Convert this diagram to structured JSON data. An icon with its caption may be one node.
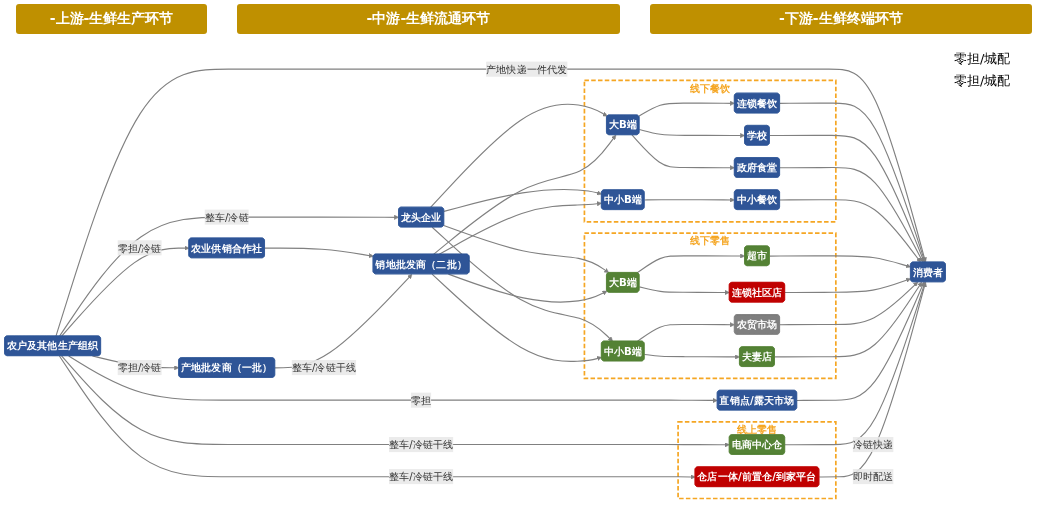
{
  "diagram": {
    "nodes": [
      {
        "text": [
          "-上游-生鲜生产环节"
        ]
      },
      {
        "text": [
          "-中游-生鲜流通环节"
        ]
      },
      {
        "text": [
          "-下游-生鲜终端环节"
        ]
      },
      {
        "text": [
          "农户及其他生产组织"
        ]
      },
      {
        "text": [
          "龙头企业"
        ]
      },
      {
        "text": [
          "农业供销合作社"
        ]
      },
      {
        "text": [
          "产地批发商（一批）"
        ]
      },
      {
        "text": [
          "销地批发商（二批）"
        ]
      },
      {
        "text": [
          "直销点/露天市场"
        ]
      },
      {
        "text": [
          "线下餐饮"
        ]
      },
      {
        "text": [
          "大B端"
        ],
        "in": 9
      },
      {
        "text": [
          "中小B端"
        ],
        "in": 9
      },
      {
        "text": [
          "连锁餐饮"
        ],
        "in": 9
      },
      {
        "text": [
          "学校"
        ],
        "in": 9
      },
      {
        "text": [
          "政府食堂"
        ],
        "in": 9
      },
      {
        "text": [
          "中小餐饮"
        ],
        "in": 9
      },
      {
        "text": [
          "线下零售"
        ]
      },
      {
        "text": [
          "大B端"
        ],
        "in": 16
      },
      {
        "text": [
          "中小B端"
        ],
        "in": 16
      },
      {
        "text": [
          "超市"
        ],
        "in": 16
      },
      {
        "text": [
          "连锁社区店"
        ],
        "in": 16
      },
      {
        "text": [
          "农贸市场"
        ],
        "in": 16
      },
      {
        "text": [
          "夫妻店"
        ],
        "in": 16
      },
      {
        "text": [
          "线上零售"
        ]
      },
      {
        "text": [
          "电商中心仓"
        ],
        "in": 23
      },
      {
        "text": [
          "仓店一体/前置仓/到家平台"
        ],
        "in": 23
      },
      {
        "text": [
          "消费者"
        ]
      }
    ],
    "edges": [
      {
        "from": 3,
        "to": 4,
        "arrow": "to",
        "label": "整车/冷链"
      },
      {
        "from": 3,
        "to": 5,
        "arrow": "to",
        "label": "零担/冷链"
      },
      {
        "from": 3,
        "to": 6,
        "arrow": "to",
        "label": "零担/冷链"
      },
      {
        "from": 3,
        "to": 8,
        "arrow": "to",
        "label": "零担"
      },
      {
        "from": 3,
        "to": 24,
        "arrow": "to",
        "label": "整车/冷链干线"
      },
      {
        "from": 3,
        "to": 25,
        "arrow": "to",
        "label": "整车/冷链干线"
      },
      {
        "from": 3,
        "to": 26,
        "arrow": "to",
        "label": "产地快递一件代发"
      },
      {
        "from": 5,
        "to": 7,
        "arrow": "to"
      },
      {
        "from": 6,
        "to": 7,
        "arrow": "to",
        "label": "整车/冷链干线"
      },
      {
        "from": 4,
        "to": 10,
        "arrow": "to"
      },
      {
        "from": 4,
        "to": 11,
        "arrow": "to"
      },
      {
        "from": 4,
        "to": 17,
        "arrow": "to"
      },
      {
        "from": 4,
        "to": 18,
        "arrow": "to"
      },
      {
        "from": 7,
        "to": 10,
        "arrow": "to"
      },
      {
        "from": 7,
        "to": 11,
        "arrow": "to"
      },
      {
        "from": 7,
        "to": 17,
        "arrow": "to"
      },
      {
        "from": 7,
        "to": 18,
        "arrow": "to"
      },
      {
        "from": 10,
        "to": 12,
        "arrow": "to"
      },
      {
        "from": 10,
        "to": 13,
        "arrow": "to"
      },
      {
        "from": 10,
        "to": 14,
        "arrow": "to"
      },
      {
        "from": 11,
        "to": 15,
        "arrow": "to"
      },
      {
        "from": 17,
        "to": 19,
        "arrow": "to"
      },
      {
        "from": 17,
        "to": 20,
        "arrow": "to"
      },
      {
        "from": 18,
        "to": 21,
        "arrow": "to"
      },
      {
        "from": 18,
        "to": 22,
        "arrow": "to"
      },
      {
        "from": 12,
        "to": 26,
        "arrow": "to"
      },
      {
        "from": 13,
        "to": 26,
        "arrow": "to"
      },
      {
        "from": 14,
        "to": 26,
        "arrow": "to"
      },
      {
        "from": 15,
        "to": 26,
        "arrow": "to"
      },
      {
        "from": 19,
        "to": 26,
        "arrow": "to"
      },
      {
        "from": 20,
        "to": 26,
        "arrow": "to"
      },
      {
        "from": 21,
        "to": 26,
        "arrow": "to"
      },
      {
        "from": 22,
        "to": 26,
        "arrow": "to"
      },
      {
        "from": 8,
        "to": 26,
        "arrow": "to"
      },
      {
        "from": 24,
        "to": 26,
        "arrow": "to",
        "label": "冷链快递"
      },
      {
        "from": 25,
        "to": 26,
        "arrow": "to",
        "label": "即时配送"
      }
    ],
    "labels": [
      "零担/城配",
      "零担/城配"
    ]
  }
}
